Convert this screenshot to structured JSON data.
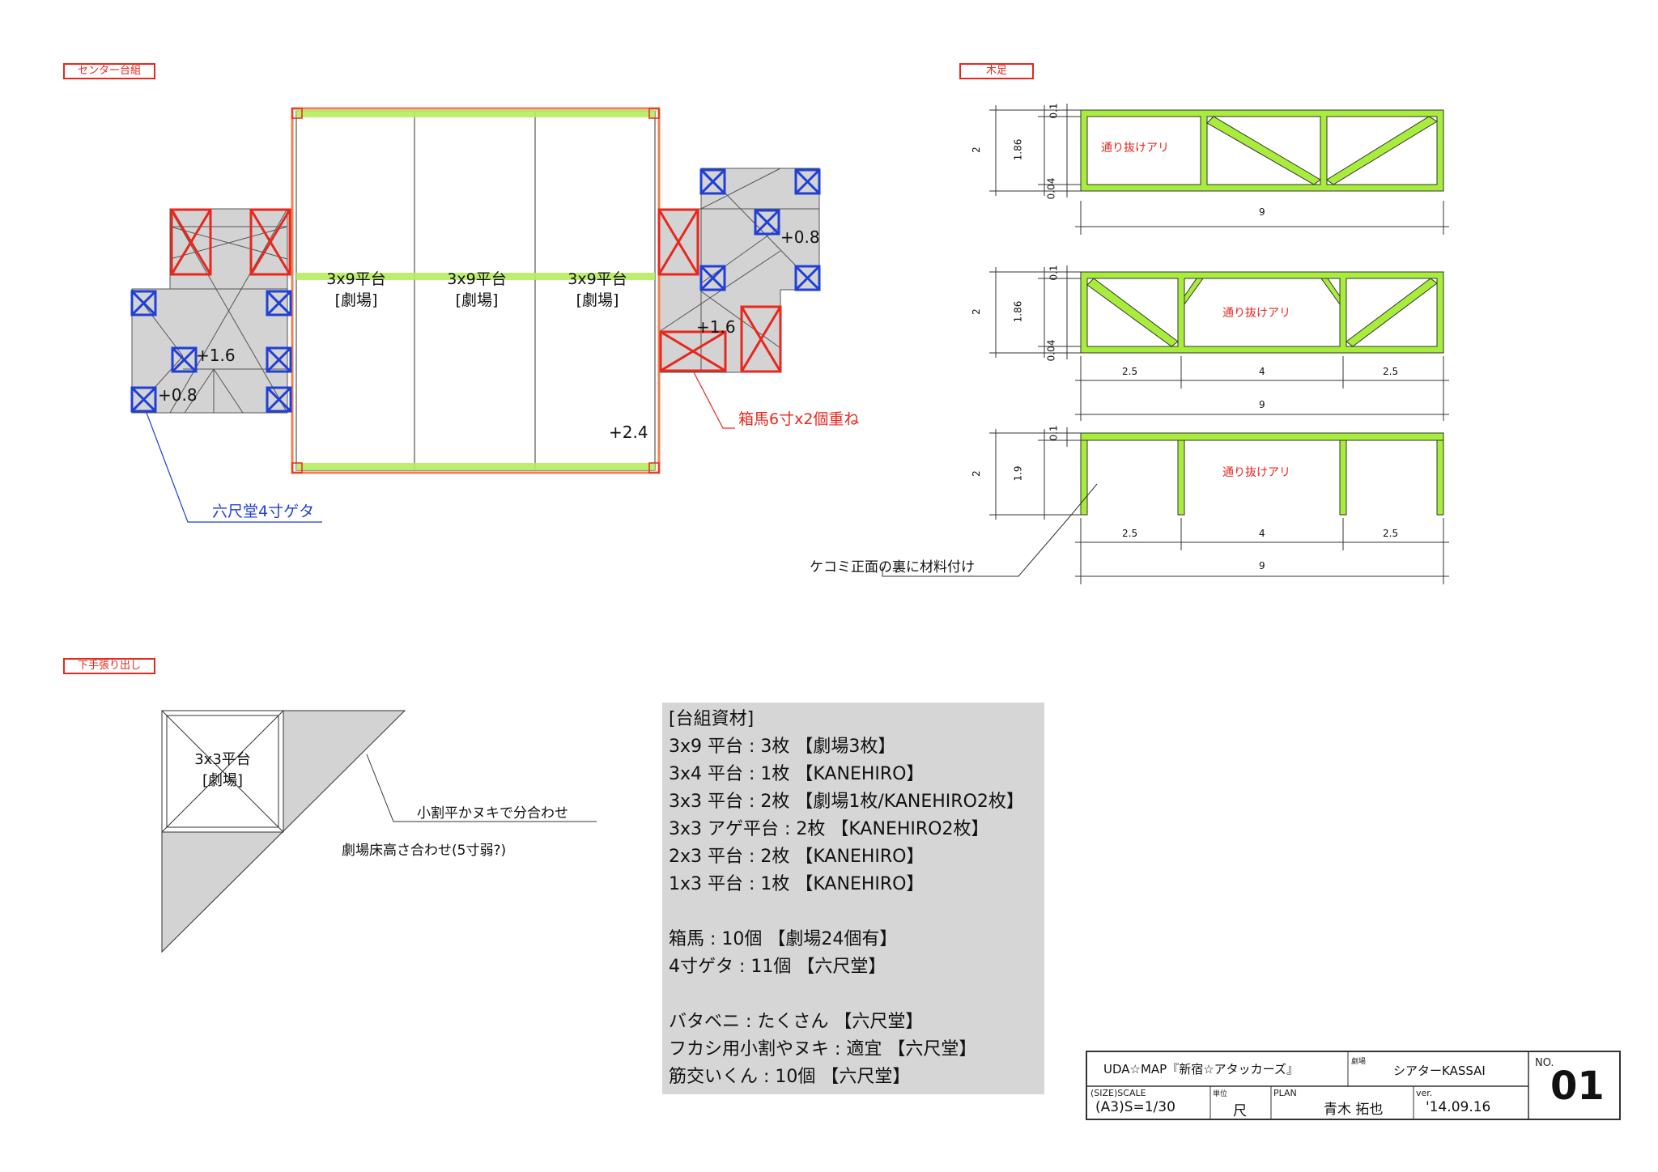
{
  "tags": {
    "center": "センター台組",
    "legs": "木足",
    "downstage": "下手張り出し"
  },
  "plan": {
    "platform_label": "3x9平台",
    "platform_owner": "[劇場]",
    "height_left_a": "+1.6",
    "height_left_b": "+0.8",
    "height_right_a": "+0.8",
    "height_right_b": "+1.6",
    "height_main": "+2.4",
    "note_boxes": "箱馬6寸x2個重ね",
    "note_geta": "六尺堂4寸ゲタ"
  },
  "legs": {
    "pass_through": "通り抜けアリ",
    "dim_total_height": "2",
    "dim_top": "0.1",
    "dim_mid": "1.86",
    "dim_bottom": "0.04",
    "dim_mid_c": "1.9",
    "dim_width": "9",
    "dim_side": "2.5",
    "dim_center": "4",
    "note_kekomi": "ケコミ正面の裏に材料付け"
  },
  "downstage": {
    "platform_label": "3x3平台",
    "platform_owner": "[劇場]",
    "note_filler": "小割平かヌキで分合わせ",
    "note_floor": "劇場床高さ合わせ(5寸弱?)"
  },
  "materials": {
    "heading": "[台組資材]",
    "lines": [
      "3x9 平台 : 3枚 【劇場3枚】",
      "3x4 平台 : 1枚 【KANEHIRO】",
      "3x3 平台 : 2枚 【劇場1枚/KANEHIRO2枚】",
      "3x3 アゲ平台 : 2枚 【KANEHIRO2枚】",
      "2x3 平台 : 2枚 【KANEHIRO】",
      "1x3 平台 : 1枚 【KANEHIRO】",
      "",
      "箱馬 : 10個 【劇場24個有】",
      "4寸ゲタ : 11個 【六尺堂】",
      "",
      "バタベニ : たくさん 【六尺堂】",
      "フカシ用小割やヌキ : 適宜 【六尺堂】",
      "筋交いくん : 10個 【六尺堂】"
    ]
  },
  "title_block": {
    "project": "UDA☆MAP『新宿☆アタッカーズ』",
    "venue_label": "劇場",
    "venue": "シアターKASSAI",
    "no_label": "NO.",
    "no": "01",
    "scale_label": "(SIZE)SCALE",
    "scale": "(A3)S=1/30",
    "unit_label": "単位",
    "unit": "尺",
    "plan_label": "PLAN",
    "planner": "青木 拓也",
    "ver_label": "ver.",
    "version": "'14.09.16"
  },
  "colors": {
    "red": "#e8271e",
    "blue": "#1f3fd8",
    "green": "#a8ec3c",
    "gray": "#d3d3d3"
  }
}
